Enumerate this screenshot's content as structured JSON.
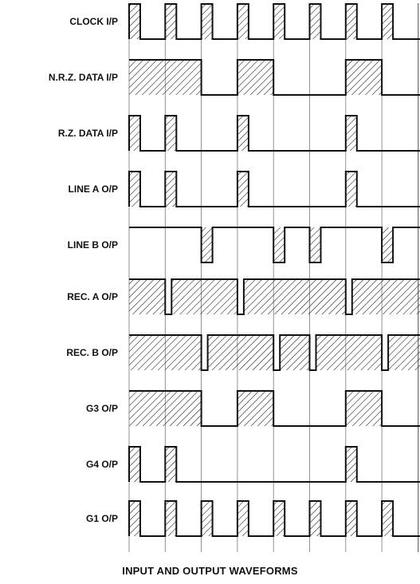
{
  "caption": "INPUT AND OUTPUT WAVEFORMS",
  "style": {
    "ink": "#111111",
    "grid": "#777777",
    "background": "#ffffff"
  },
  "signals": [
    {
      "name": "CLOCK I/P",
      "pattern": "pulse",
      "pulses": [
        0,
        1,
        2,
        3,
        4,
        5,
        6,
        7
      ],
      "inverted": false
    },
    {
      "name": "N.R.Z. DATA I/P",
      "pattern": "level",
      "high": [
        0,
        1,
        3,
        6
      ],
      "inverted": false
    },
    {
      "name": "R.Z. DATA I/P",
      "pattern": "pulse",
      "pulses": [
        0,
        1,
        3,
        6
      ],
      "inverted": false
    },
    {
      "name": "LINE A O/P",
      "pattern": "pulse",
      "pulses": [
        0,
        1,
        3,
        6
      ],
      "inverted": false
    },
    {
      "name": "LINE B O/P",
      "pattern": "pulse",
      "pulses": [
        2,
        4,
        5,
        7
      ],
      "inverted": true
    },
    {
      "name": "REC. A O/P",
      "pattern": "level",
      "high": [
        0,
        1,
        2,
        3,
        4,
        5,
        6,
        7
      ],
      "dips": [
        1,
        3,
        6
      ],
      "inverted": false
    },
    {
      "name": "REC. B O/P",
      "pattern": "level",
      "high": [
        0,
        1,
        2,
        3,
        4,
        5,
        6,
        7
      ],
      "dips": [
        2,
        4,
        5,
        7
      ],
      "inverted": false
    },
    {
      "name": "G3  O/P",
      "pattern": "level",
      "high": [
        0,
        1,
        3,
        6
      ],
      "inverted": false
    },
    {
      "name": "G4  O/P",
      "pattern": "pulse",
      "pulses": [
        0,
        1,
        6
      ],
      "inverted": false
    },
    {
      "name": "G1  O/P",
      "pattern": "pulse",
      "pulses": [
        0,
        1,
        2,
        3,
        4,
        5,
        6,
        7
      ],
      "inverted": false
    }
  ]
}
